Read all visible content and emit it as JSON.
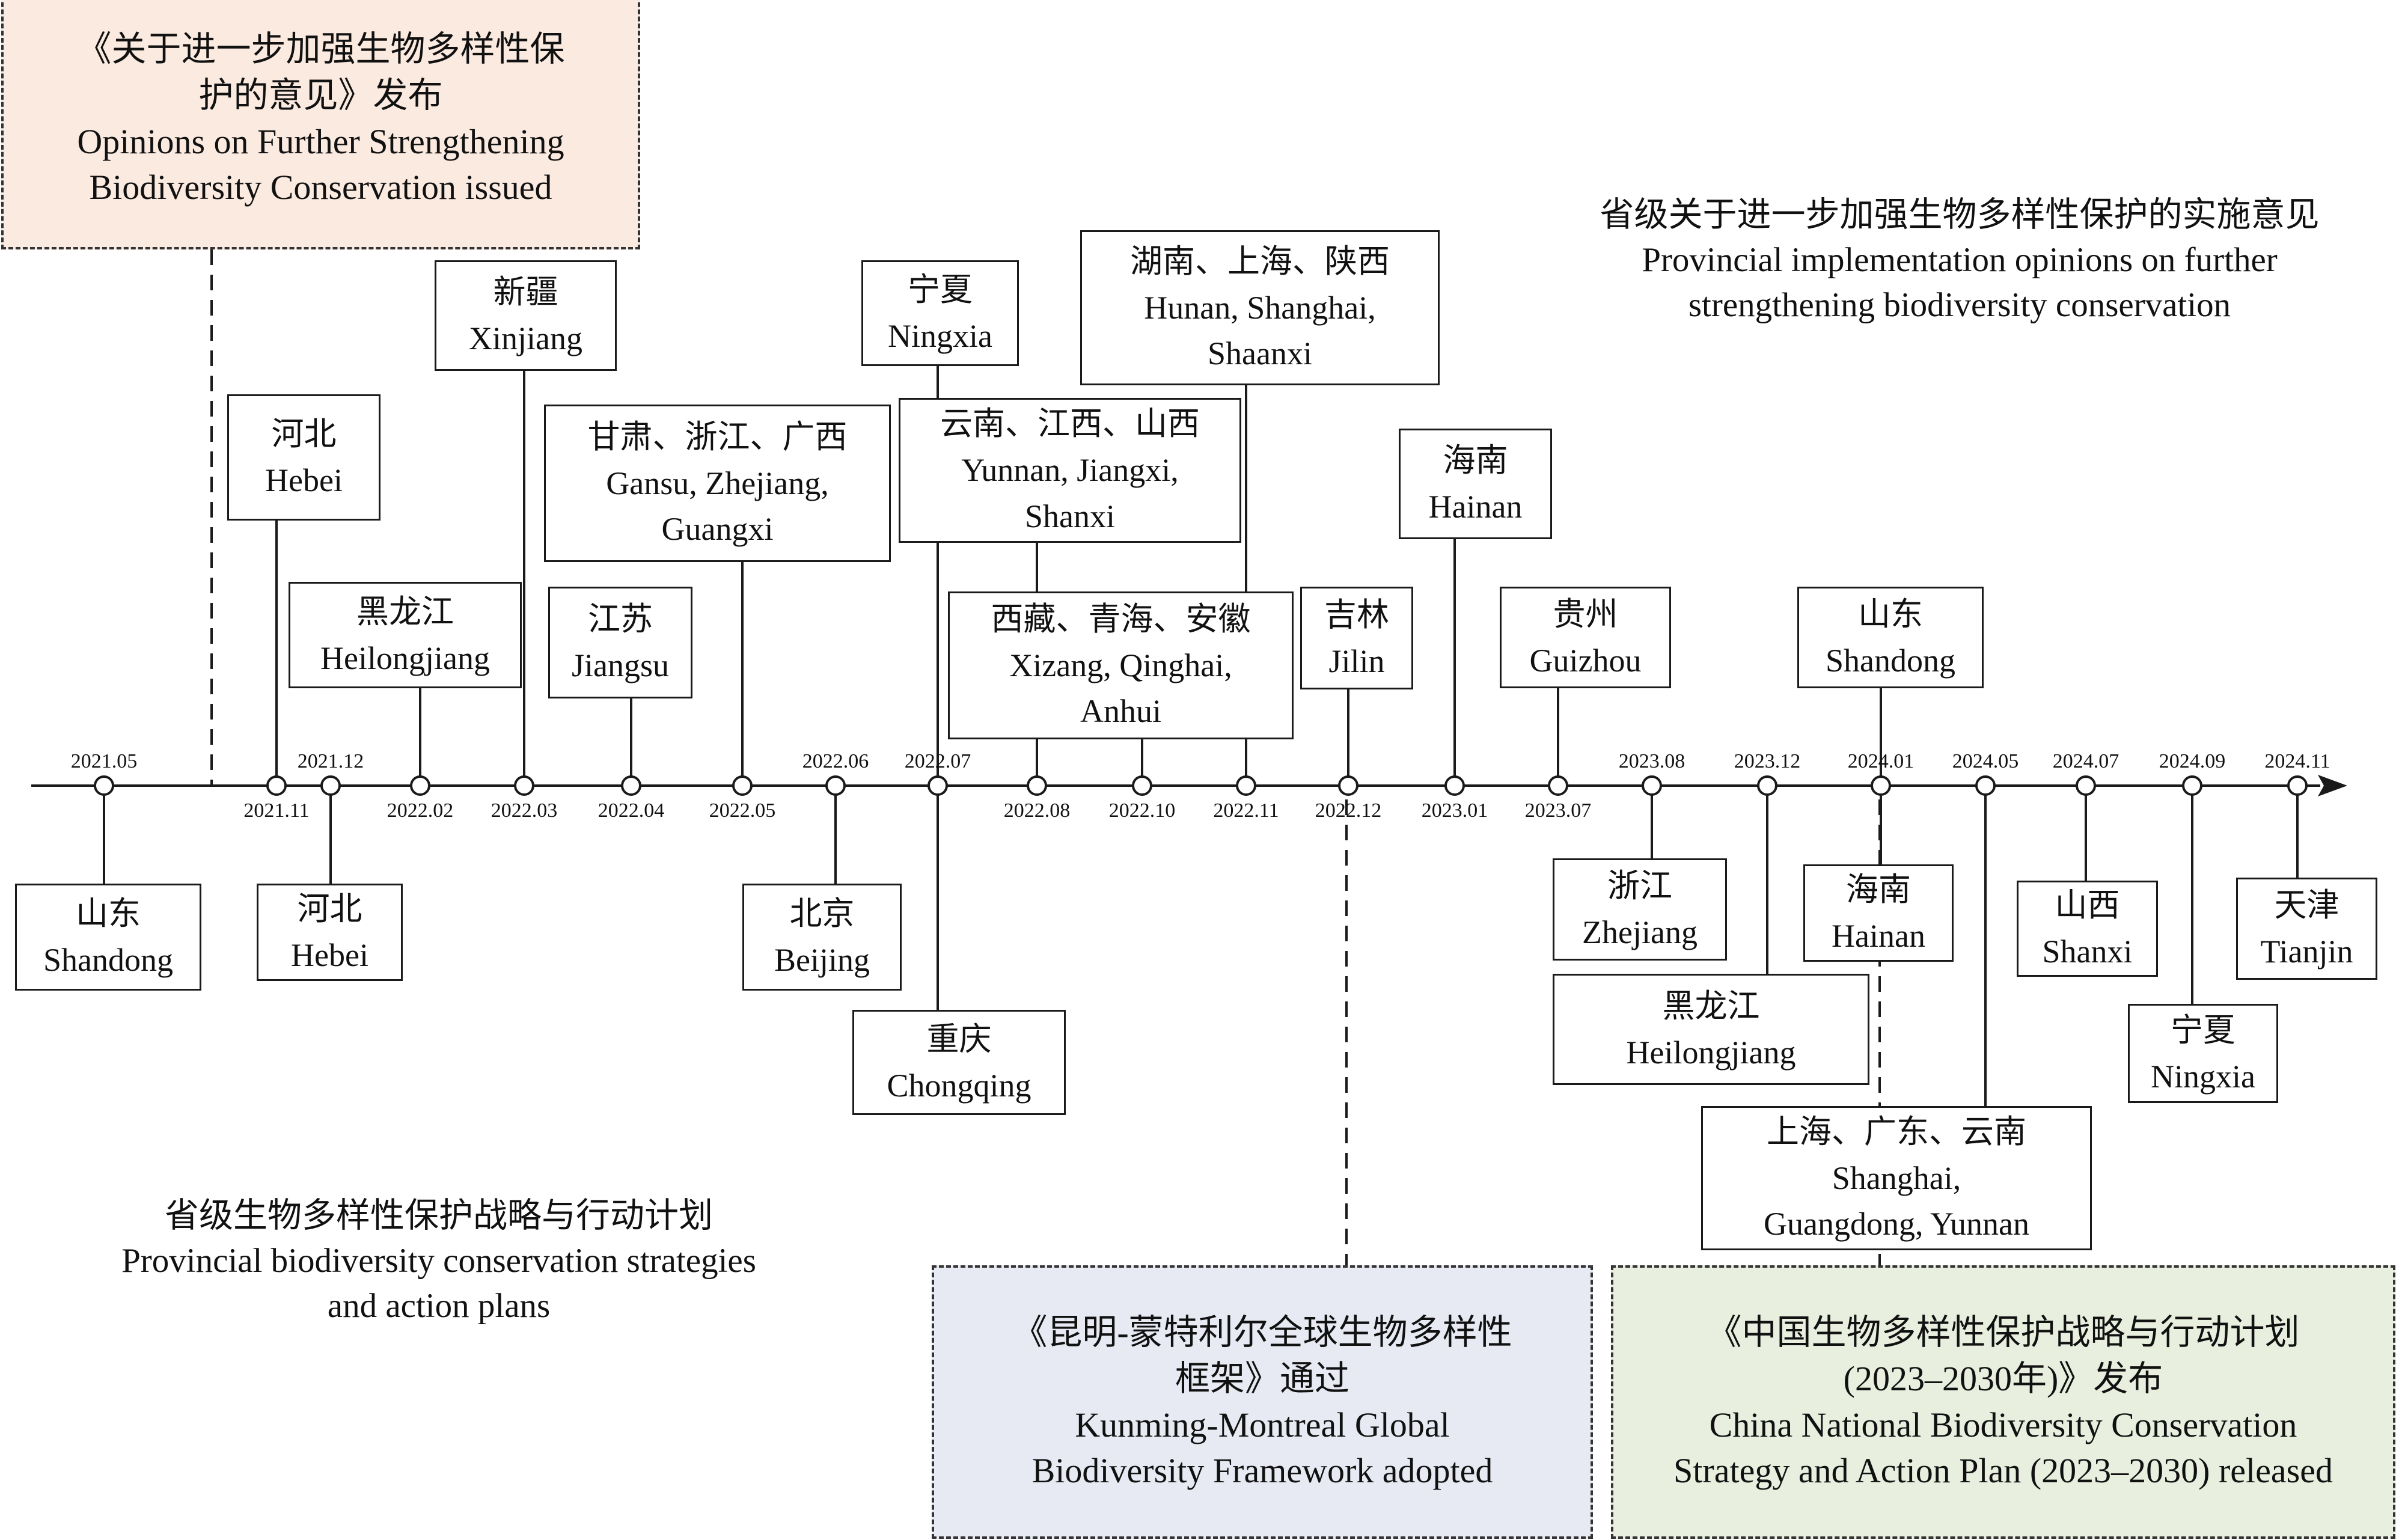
{
  "colors": {
    "line": "#1a1a1a",
    "milestone_peach": "#fbeae0",
    "milestone_blue": "#e7eaf3",
    "milestone_green": "#e8efdf"
  },
  "section_titles": {
    "implementation_zh": "省级关于进一步加强生物多样性保护的实施意见",
    "implementation_en_1": "Provincial implementation opinions on further",
    "implementation_en_2": "strengthening biodiversity conservation",
    "strategy_zh": "省级生物多样性保护战略与行动计划",
    "strategy_en_1": "Provincial biodiversity conservation strategies",
    "strategy_en_2": "and action plans"
  },
  "milestones": [
    {
      "lines": [
        "《关于进一步加强生物多样性保",
        "护的意见》发布",
        "Opinions on Further Strengthening",
        "Biodiversity Conservation issued"
      ]
    },
    {
      "lines": [
        "《昆明-蒙特利尔全球生物多样性",
        "框架》通过",
        "Kunming-Montreal Global",
        "Biodiversity Framework adopted"
      ]
    },
    {
      "lines": [
        "《中国生物多样性保护战略与行动计划",
        "(2023–2030年)》发布",
        "China National Biodiversity Conservation",
        "Strategy and Action Plan (2023–2030) released"
      ]
    }
  ],
  "dates": [
    "2021.05",
    "2021.11",
    "2021.12",
    "2022.02",
    "2022.03",
    "2022.04",
    "2022.05",
    "2022.06",
    "2022.07",
    "2022.08",
    "2022.10",
    "2022.11",
    "2022.12",
    "2023.01",
    "2023.07",
    "2023.08",
    "2023.12",
    "2024.01",
    "2024.05",
    "2024.07",
    "2024.09",
    "2024.11"
  ],
  "above_boxes": [
    {
      "lines": [
        "河北",
        "Hebei"
      ]
    },
    {
      "lines": [
        "黑龙江",
        "Heilongjiang"
      ]
    },
    {
      "lines": [
        "新疆",
        "Xinjiang"
      ]
    },
    {
      "lines": [
        "江苏",
        "Jiangsu"
      ]
    },
    {
      "lines": [
        "甘肃、浙江、广西",
        "Gansu, Zhejiang,",
        "Guangxi"
      ]
    },
    {
      "lines": [
        "宁夏",
        "Ningxia"
      ]
    },
    {
      "lines": [
        "云南、江西、山西",
        "Yunnan, Jiangxi,",
        "Shanxi"
      ]
    },
    {
      "lines": [
        "湖南、上海、陕西",
        "Hunan, Shanghai,",
        "Shaanxi"
      ]
    },
    {
      "lines": [
        "西藏、青海、安徽",
        "Xizang, Qinghai,",
        "Anhui"
      ]
    },
    {
      "lines": [
        "吉林",
        "Jilin"
      ]
    },
    {
      "lines": [
        "海南",
        "Hainan"
      ]
    },
    {
      "lines": [
        "贵州",
        "Guizhou"
      ]
    },
    {
      "lines": [
        "山东",
        "Shandong"
      ]
    }
  ],
  "below_boxes": [
    {
      "lines": [
        "山东",
        "Shandong"
      ]
    },
    {
      "lines": [
        "河北",
        "Hebei"
      ]
    },
    {
      "lines": [
        "北京",
        "Beijing"
      ]
    },
    {
      "lines": [
        "重庆",
        "Chongqing"
      ]
    },
    {
      "lines": [
        "浙江",
        "Zhejiang"
      ]
    },
    {
      "lines": [
        "黑龙江",
        "Heilongjiang"
      ]
    },
    {
      "lines": [
        "海南",
        "Hainan"
      ]
    },
    {
      "lines": [
        "山西",
        "Shanxi"
      ]
    },
    {
      "lines": [
        "天津",
        "Tianjin"
      ]
    },
    {
      "lines": [
        "宁夏",
        "Ningxia"
      ]
    },
    {
      "lines": [
        "上海、广东、云南",
        "Shanghai,",
        "Guangdong, Yunnan"
      ]
    }
  ]
}
